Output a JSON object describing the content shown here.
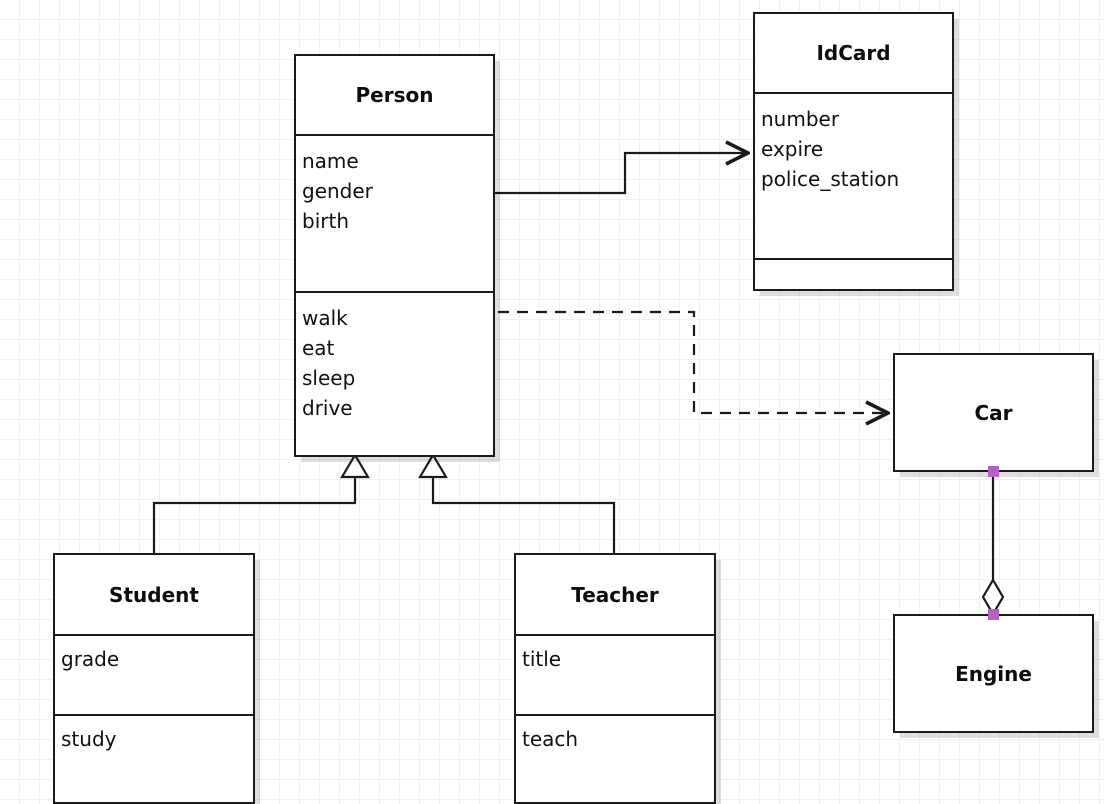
{
  "diagram": {
    "kind": "uml-class-diagram",
    "background": "#ffffff",
    "grid_color": "#f0f0f0",
    "stroke_color": "#1a1a1a",
    "endpoint_marker_color": "#b561c4",
    "classes": [
      {
        "id": "person",
        "name": "Person",
        "attributes": [
          "name",
          "gender",
          "birth"
        ],
        "operations": [
          "walk",
          "eat",
          "sleep",
          "drive"
        ]
      },
      {
        "id": "idcard",
        "name": "IdCard",
        "attributes": [
          "number",
          "expire",
          "police_station"
        ],
        "operations": []
      },
      {
        "id": "car",
        "name": "Car",
        "attributes": [],
        "operations": []
      },
      {
        "id": "engine",
        "name": "Engine",
        "attributes": [],
        "operations": []
      },
      {
        "id": "student",
        "name": "Student",
        "attributes": [
          "grade"
        ],
        "operations": [
          "study"
        ]
      },
      {
        "id": "teacher",
        "name": "Teacher",
        "attributes": [
          "title"
        ],
        "operations": [
          "teach"
        ]
      }
    ],
    "relations": [
      {
        "id": "person-idcard",
        "type": "association",
        "from": "person",
        "to": "idcard",
        "line": "solid",
        "head": "open-arrow"
      },
      {
        "id": "person-car",
        "type": "dependency",
        "from": "person",
        "to": "car",
        "line": "dashed",
        "head": "open-arrow"
      },
      {
        "id": "student-person",
        "type": "generalization",
        "from": "student",
        "to": "person",
        "line": "solid",
        "head": "hollow-triangle"
      },
      {
        "id": "teacher-person",
        "type": "generalization",
        "from": "teacher",
        "to": "person",
        "line": "solid",
        "head": "hollow-triangle"
      },
      {
        "id": "car-engine",
        "type": "aggregation",
        "from": "car",
        "to": "engine",
        "line": "solid",
        "head": "hollow-diamond"
      }
    ]
  }
}
